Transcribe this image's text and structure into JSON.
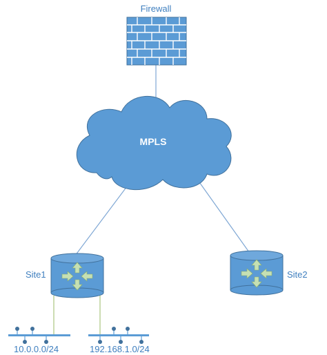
{
  "nodes": {
    "firewall": {
      "label": "Firewall"
    },
    "cloud": {
      "label": "MPLS"
    },
    "site1": {
      "label": "Site1"
    },
    "site2": {
      "label": "Site2"
    }
  },
  "subnets": [
    {
      "label": "10.0.0.0/24"
    },
    {
      "label": "192.168.1.0/24"
    }
  ],
  "colors": {
    "shape_fill": "#5b9bd5",
    "shape_stroke": "#41719c",
    "label_text": "#3f7fbf",
    "router_arrows": "#c5e0b4",
    "link_line": "#7fa7d4",
    "lan_link_line": "#a9c47f",
    "lan_bus": "#5b9bd5"
  }
}
